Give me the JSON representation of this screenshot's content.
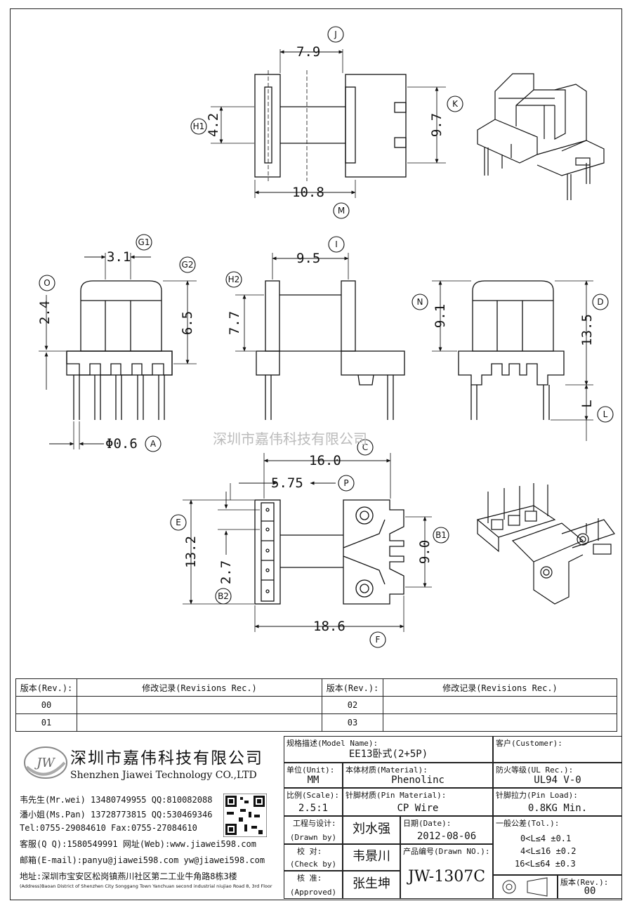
{
  "dimensions": {
    "j_width": "7.9",
    "h1_height": "4.2",
    "k_height": "9.7",
    "m_width": "10.8",
    "g1_width": "3.1",
    "o_height": "2.4",
    "g2_height": "6.5",
    "a_pin": "Φ0.6",
    "i_width": "9.5",
    "h2_height": "7.7",
    "n_height": "9.1",
    "d_height": "13.5",
    "l_height": "L",
    "c_width": "16.0",
    "p_width": "5.75",
    "e_height": "13.2",
    "b2_height": "2.7",
    "b1_height": "9.0",
    "f_width": "18.6"
  },
  "callouts": {
    "J": "J",
    "H1": "H1",
    "K": "K",
    "M": "M",
    "G1": "G1",
    "G2": "G2",
    "O": "O",
    "A": "A",
    "I": "I",
    "H2": "H2",
    "N": "N",
    "D": "D",
    "L": "L",
    "C": "C",
    "P": "P",
    "E": "E",
    "B1": "B1",
    "B2": "B2",
    "F": "F"
  },
  "watermark": "深圳市嘉伟科技有限公司",
  "revisions": {
    "header_rev": "版本(Rev.):",
    "header_rec": "修改记录(Revisions Rec.)",
    "rows": [
      [
        "00",
        "",
        "02",
        ""
      ],
      [
        "01",
        "",
        "03",
        ""
      ]
    ]
  },
  "company": {
    "logo_text": "JW",
    "name_cn": "深圳市嘉伟科技有限公司",
    "name_en": "Shenzhen Jiawei Technology CO.,LTD",
    "contact1": "韦先生(Mr.wei) 13480749955 QQ:810082088",
    "contact2": "潘小姐(Ms.Pan) 13728773815 QQ:530469346",
    "tel": "Tel:0755-29084610       Fax:0755-27084610",
    "qq": "客服(Q Q):1580549991    网址(Web):www.jiawei598.com",
    "email": "邮箱(E-mail):panyu@jiawei598.com  yw@jiawei598.com",
    "address_cn": "地址:深圳市宝安区松岗镇燕川社区第二工业牛角路8栋3楼",
    "address_en": "(Address)Baoan District of Shenzhen City Songgang Town Yanchuan  second industrial niujiao Road 8, 3rd Floor"
  },
  "title_block": {
    "model_label": "规格描述(Model Name):",
    "model_value": "EE13卧式(2+5P)",
    "customer_label": "客户(Customer):",
    "customer_value": "",
    "unit_label": "单位(Unit):",
    "unit_value": "MM",
    "body_mat_label": "本体材质(Material):",
    "body_mat_value": "Phenolinc",
    "fire_label": "防火等级(UL Rec.):",
    "fire_value": "UL94 V-0",
    "scale_label": "比例(Scale):",
    "scale_value": "2.5:1",
    "pin_mat_label": "针脚材质(Pin Material):",
    "pin_mat_value": "CP Wire",
    "pin_load_label": "针脚拉力(Pin Load):",
    "pin_load_value": "0.8KG Min.",
    "drawn_label": "工程与设计:",
    "drawn_sub": "(Drawn by)",
    "drawn_value": "刘水强",
    "date_label": "日期(Date):",
    "date_value": "2012-08-06",
    "check_label": "校  对:",
    "check_sub": "(Check by)",
    "check_value": "韦景川",
    "drawing_no_label": "产品编号(Drawn NO.):",
    "drawing_no_value": "JW-1307C",
    "approve_label": "核  准:",
    "approve_sub": "(Approved)",
    "approve_value": "张生坤",
    "tol_label": "一般公差(Tol.):",
    "tol1": "0<L≤4    ±0.1",
    "tol2": "4<L≤16   ±0.2",
    "tol3": "16<L≤64  ±0.3",
    "rev_label": "版本(Rev.):",
    "rev_value": "00"
  }
}
